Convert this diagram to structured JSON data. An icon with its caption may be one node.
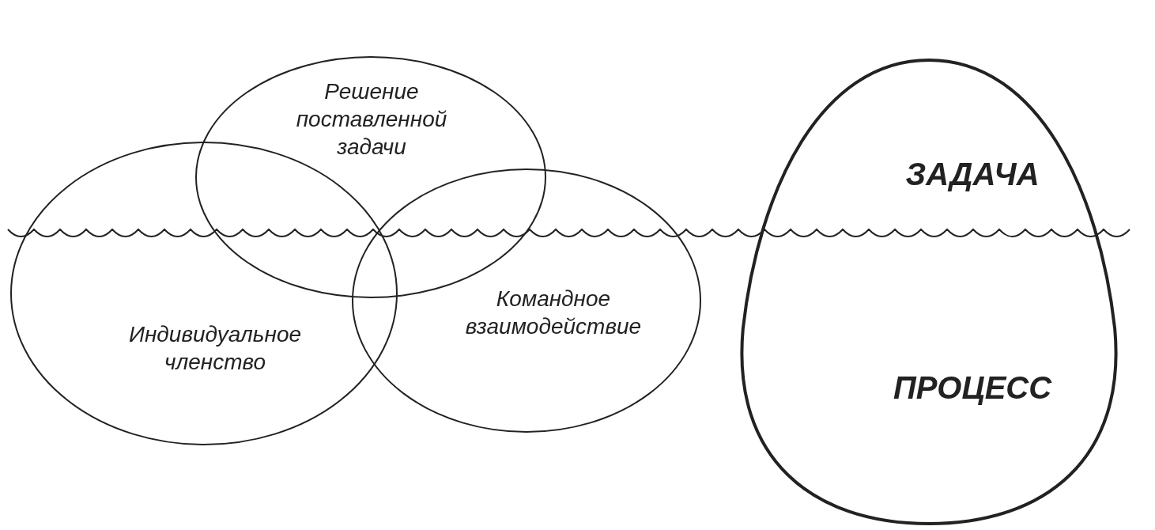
{
  "diagram": {
    "nodes": [
      {
        "text": [
          "Решение поставленной задачи"
        ]
      },
      {
        "text": [
          "Индивидуальное членство"
        ]
      },
      {
        "text": [
          "Командное взаимодействие"
        ]
      },
      {
        "text": [
          "ЗАДАЧА",
          "ПРОЦЕСС"
        ]
      }
    ],
    "edges": []
  }
}
